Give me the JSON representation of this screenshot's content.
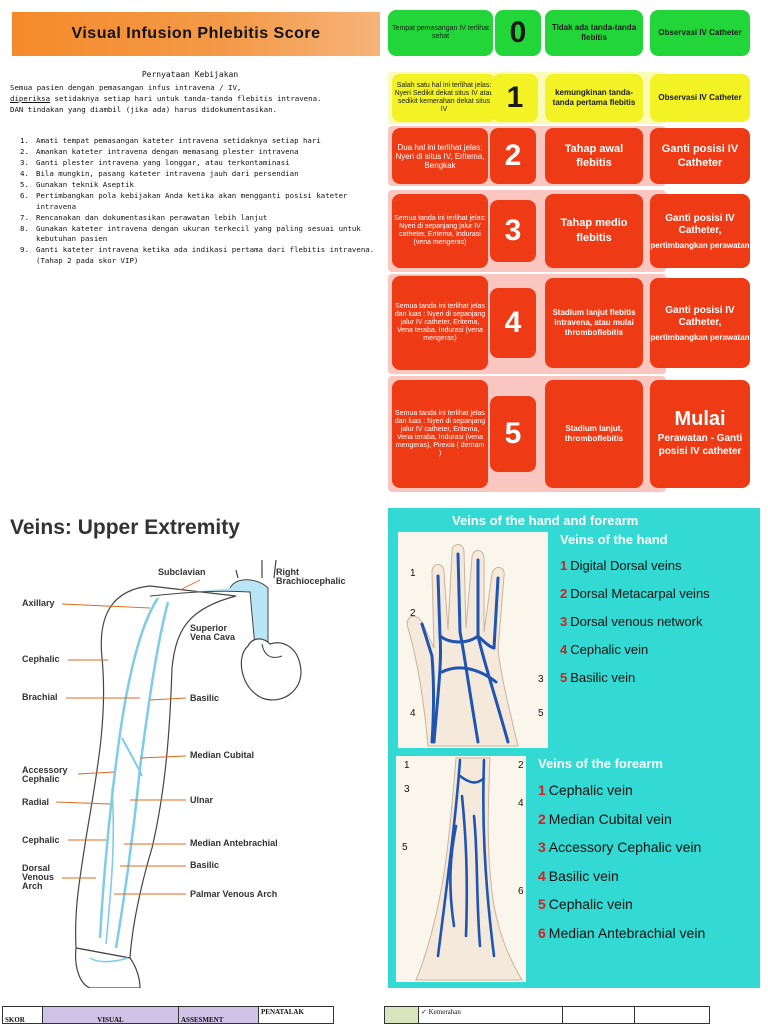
{
  "header": {
    "title": "Visual Infusion Phlebitis Score",
    "policy_heading": "Pernyataan Kebijakan"
  },
  "intro": {
    "line1": "Semua pasien dengan pemasangan infus intravena  / IV,",
    "line2_underlined": "diperiksa",
    "line2_rest": " setidaknya setiap hari untuk tanda-tanda flebitis intravena.",
    "line3": "DAN tindakan yang diambil (jika ada) harus didokumentasikan."
  },
  "steps": [
    {
      "num": "1.",
      "text": "Amati tempat pemasangan kateter intravena setidaknya setiap hari"
    },
    {
      "num": "2.",
      "text": "Amankan kateter intravena dengan memasang plester intravena"
    },
    {
      "num": "3.",
      "text": "Ganti plester intravena yang longgar, atau terkontaminasi"
    },
    {
      "num": "4.",
      "text": "Bila mungkin, pasang kateter intravena jauh dari persendian"
    },
    {
      "num": "5.",
      "text": "Gunakan teknik Aseptik"
    },
    {
      "num": "6.",
      "text": "Pertimbangkan pola kebijakan Anda ketika akan mengganti posisi kateter intravena"
    },
    {
      "num": "7.",
      "text": "Rencanakan dan dokumentasikan perawatan lebih lanjut"
    },
    {
      "num": "8.",
      "text": "Gunakan kateter intravena dengan ukuran terkecil yang paling sesuai untuk kebutuhan pasien"
    },
    {
      "num": "9.",
      "text": "Ganti kateter intravena ketika ada indikasi pertama dari flebitis intravena. (Tahap 2 pada skor VIP)"
    }
  ],
  "scores": [
    {
      "score": "0",
      "desc": "Tempat pemasangan IV terlihat sehat",
      "stage": "Tidak ada tanda-tanda flebitis",
      "action": "Observasi IV Catheter"
    },
    {
      "score": "1",
      "desc": "Salah satu hal ini terlihat jelas: Nyeri Sedikit dekat situs IV atau sedikit kemerahan dekat situs IV",
      "stage": "kemungkinan tanda-tanda pertama flebitis",
      "action": "Observasi IV Catheter"
    },
    {
      "score": "2",
      "desc": "Dua hal ini terlihat jelas: Nyeri di situs IV, Eritema, Bengkak",
      "stage": "Tahap awal flebitis",
      "action": "Ganti posisi IV Catheter"
    },
    {
      "score": "3",
      "desc": "Semua tanda ini terlihat jelas: Nyeri di sepanjang jalur IV catheter, Eritema, Indurasi (vena mengeras)",
      "stage": "Tahap medio flebitis",
      "action": "Ganti posisi IV Catheter,",
      "action_sub": "pertimbangkan perawatan"
    },
    {
      "score": "4",
      "desc": "Semua tanda ini terlihat jelas dan luas : Nyeri di sepanjang jalur IV catheter, Eritema, Vena teraba, Indurasi (vena mengeras)",
      "stage": "Stadium lanjut flebitis intravena, atau mulai thromboflebitis",
      "action": "Ganti posisi IV Catheter,",
      "action_sub": "pertimbangkan perawatan"
    },
    {
      "score": "5",
      "desc": "Semua tanda ini terlihat jelas dan luas : Nyeri di sepanjang jalur IV catheter, Eritema, Vena teraba, Indurasi (vena mengeras), Pirexia ( demam )",
      "stage": "Stadium lanjut, thromboflebitis",
      "action_big": "Mulai",
      "action": "Perawatan - Ganti posisi IV catheter"
    }
  ],
  "veins_upper": {
    "title": "Veins: Upper Extremity",
    "labels_left": [
      "Axillary",
      "Cephalic",
      "Brachial",
      "Accessory Cephalic",
      "Radial",
      "Cephalic",
      "Dorsal Venous Arch"
    ],
    "labels_right": [
      "Subclavian",
      "Right Brachiocephalic",
      "Superior Vena Cava",
      "Basilic",
      "Median Cubital",
      "Ulnar",
      "Median Antebrachial",
      "Basilic",
      "Palmar Venous Arch"
    ]
  },
  "hand_panel": {
    "title": "Veins of the hand and forearm",
    "hand_heading": "Veins of the hand",
    "hand_items": [
      {
        "n": "1",
        "t": "Digital Dorsal veins"
      },
      {
        "n": "2",
        "t": "Dorsal Metacarpal veins"
      },
      {
        "n": "3",
        "t": "Dorsal venous network"
      },
      {
        "n": "4",
        "t": "Cephalic vein"
      },
      {
        "n": "5",
        "t": "Basilic vein"
      }
    ],
    "forearm_heading": "Veins of the forearm",
    "forearm_items": [
      {
        "n": "1",
        "t": "Cephalic vein"
      },
      {
        "n": "2",
        "t": "Median Cubital vein"
      },
      {
        "n": "3",
        "t": "Accessory Cephalic vein"
      },
      {
        "n": "4",
        "t": "Basilic vein"
      },
      {
        "n": "5",
        "t": "Cephalic vein"
      },
      {
        "n": "6",
        "t": "Median Antebrachial vein"
      }
    ],
    "hand_marks": [
      "1",
      "2",
      "3",
      "4",
      "5"
    ],
    "forearm_marks": [
      "1",
      "2",
      "3",
      "4",
      "5",
      "6"
    ]
  },
  "bottom_table_left": {
    "headers": [
      "SKOR",
      "VISUAL",
      "ASSESMENT",
      "PENATALAK"
    ]
  },
  "bottom_table_right": {
    "first_row": "✓ Kemerahan"
  },
  "colors": {
    "green": "#22d63a",
    "yellow": "#f3f224",
    "red": "#ee3b15",
    "cyan": "#33d9d3",
    "vein_blue": "#1f55b0"
  }
}
